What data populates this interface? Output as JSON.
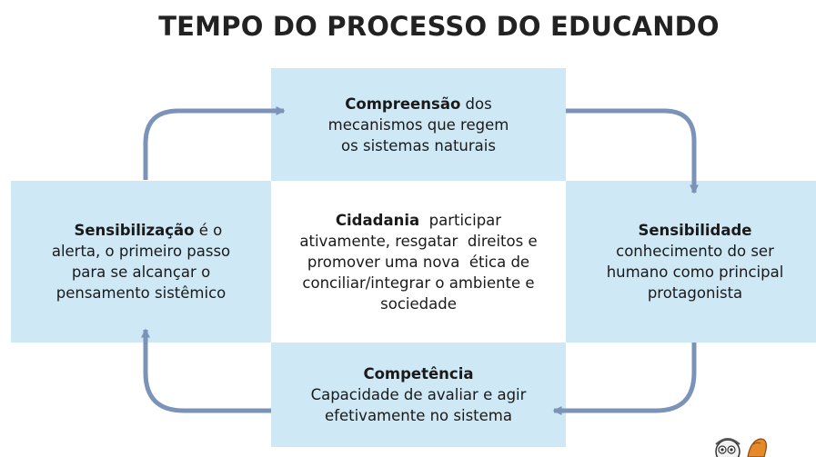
{
  "title": "TEMPO DO PROCESSO DO EDUCANDO",
  "top": {
    "bold": "Compreensão",
    "rest_line1": " dos",
    "line2": "mecanismos que regem",
    "line3": "os sistemas naturais"
  },
  "right": {
    "bold": "Sensibilidade",
    "line2": "conhecimento do ser",
    "line3": "humano como principal",
    "line4": "protagonista"
  },
  "bottom": {
    "bold": "Competência",
    "line2": "Capacidade de avaliar e agir",
    "line3": "efetivamente no sistema"
  },
  "left": {
    "bold": "Sensibilização",
    "rest_line1": " é o",
    "line2": "alerta, o primeiro passo",
    "line3": "para se alcançar o",
    "line4": "pensamento sistêmico"
  },
  "center": {
    "bold": "Cidadania",
    "rest_line1": "  participar",
    "line2": "ativamente, resgatar  direitos e",
    "line3": "promover uma nova  ética de",
    "line4": "conciliar/integrar o ambiente e",
    "line5": "sociedade"
  },
  "colors": {
    "box_fill": "#cfe8f5",
    "arrow": "#7b93b8"
  }
}
